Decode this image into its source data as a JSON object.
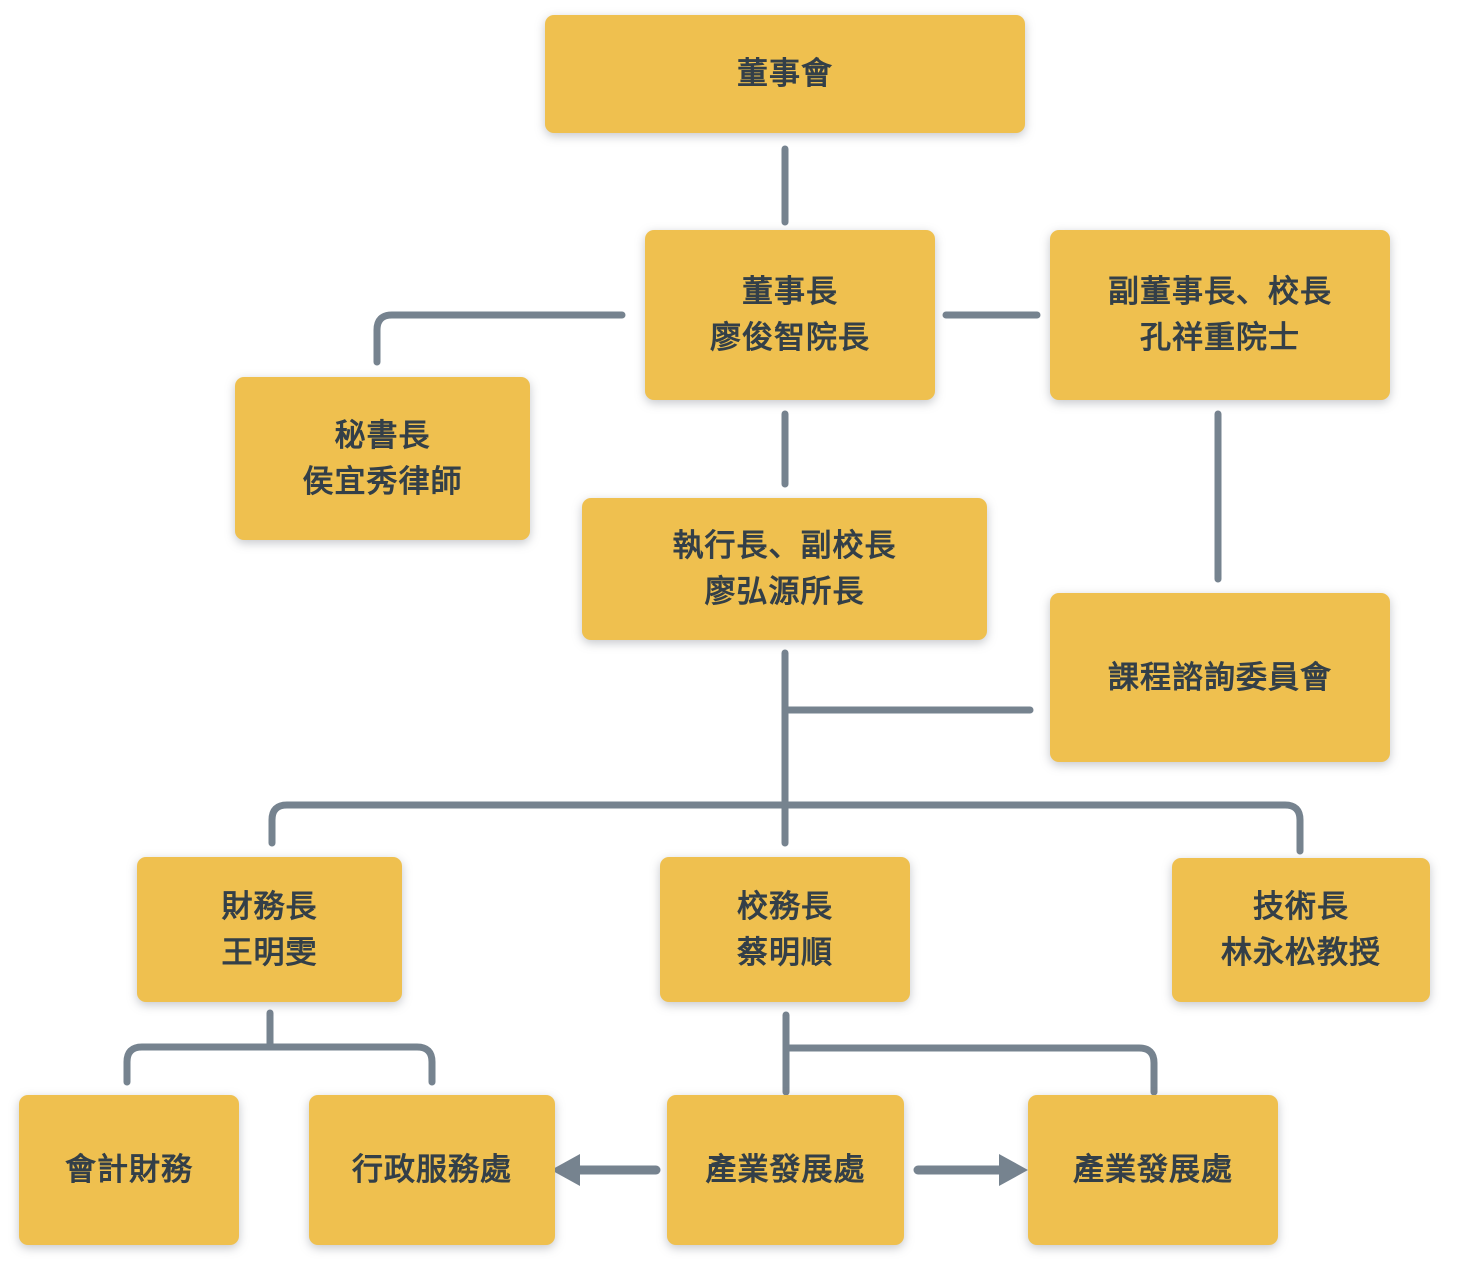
{
  "diagram": {
    "title": "organization-chart",
    "colors": {
      "node_fill": "#EFC04F",
      "node_text": "#333F48",
      "connector": "#76838F",
      "background": "#FFFFFF"
    },
    "nodes": {
      "board": {
        "lines": [
          "董事會"
        ]
      },
      "chairman": {
        "lines": [
          "董事長",
          "廖俊智院長"
        ]
      },
      "vice_chairman": {
        "lines": [
          "副董事長、校長",
          "孔祥重院士"
        ]
      },
      "secretary": {
        "lines": [
          "秘書長",
          "侯宜秀律師"
        ]
      },
      "ceo": {
        "lines": [
          "執行長、副校長",
          "廖弘源所長"
        ]
      },
      "curriculum_committee": {
        "lines": [
          "課程諮詢委員會"
        ]
      },
      "cfo": {
        "lines": [
          "財務長",
          "王明雯"
        ]
      },
      "dean": {
        "lines": [
          "校務長",
          "蔡明順"
        ]
      },
      "cto": {
        "lines": [
          "技術長",
          "林永松教授"
        ]
      },
      "accounting": {
        "lines": [
          "會計財務"
        ]
      },
      "admin_services": {
        "lines": [
          "行政服務處"
        ]
      },
      "industry_dev_left": {
        "lines": [
          "產業發展處"
        ]
      },
      "industry_dev_right": {
        "lines": [
          "產業發展處"
        ]
      }
    },
    "edges": [
      {
        "from": "board",
        "to": "chairman",
        "type": "line"
      },
      {
        "from": "chairman",
        "to": "vice_chairman",
        "type": "line"
      },
      {
        "from": "chairman",
        "to": "secretary",
        "type": "elbow"
      },
      {
        "from": "chairman",
        "to": "ceo",
        "type": "line"
      },
      {
        "from": "vice_chairman",
        "to": "curriculum_committee",
        "type": "line"
      },
      {
        "from": "ceo",
        "to": "curriculum_committee",
        "type": "elbow"
      },
      {
        "from": "ceo",
        "to": "cfo",
        "type": "branch"
      },
      {
        "from": "ceo",
        "to": "dean",
        "type": "branch"
      },
      {
        "from": "ceo",
        "to": "cto",
        "type": "branch"
      },
      {
        "from": "cfo",
        "to": "accounting",
        "type": "branch"
      },
      {
        "from": "cfo",
        "to": "admin_services",
        "type": "branch"
      },
      {
        "from": "dean",
        "to": "industry_dev_left",
        "type": "branch"
      },
      {
        "from": "dean",
        "to": "industry_dev_right",
        "type": "branch"
      },
      {
        "from": "industry_dev_left",
        "to": "admin_services",
        "type": "arrow"
      },
      {
        "from": "industry_dev_left",
        "to": "industry_dev_right",
        "type": "arrow"
      }
    ]
  }
}
